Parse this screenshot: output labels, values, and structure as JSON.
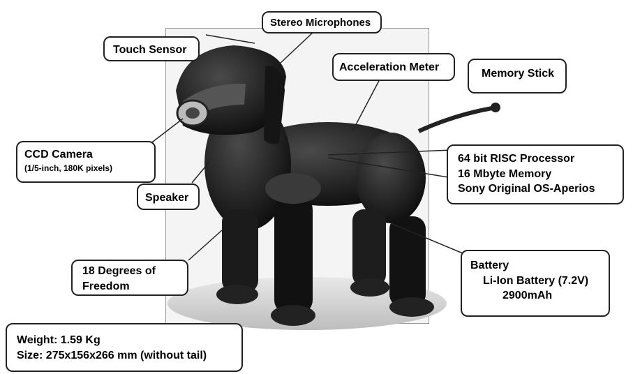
{
  "title": "",
  "labels": {
    "stereo_microphones": "Stereo Microphones",
    "touch_sensor": "Touch Sensor",
    "acceleration_meter": "Acceleration Meter",
    "memory_stick": "Memory Stick",
    "ccd_camera": "CCD Camera",
    "ccd_camera_detail": "(1/5-inch, 180K pixels)",
    "speaker": "Speaker",
    "processor_line1": "64 bit RISC Processor",
    "processor_line2": "16 Mbyte Memory",
    "processor_line3": "Sony Original OS-Aperios",
    "dof_line1": "18 Degrees of",
    "dof_line2": "Freedom",
    "battery_title": "Battery",
    "battery_line1": "Li-Ion Battery (7.2V)",
    "battery_line2": "2900mAh",
    "weight": "Weight: 1.59 Kg",
    "size": "Size: 275x156x266 mm (without tail)"
  },
  "colors": {
    "robot_body": "#1a1a1a",
    "frame_background": "#f4f4f4",
    "callout_border": "#222222"
  }
}
